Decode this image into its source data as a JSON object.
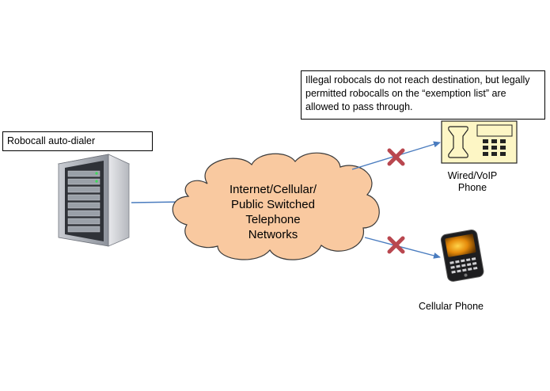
{
  "dialer": {
    "label": "Robocall auto-dialer",
    "icon": "server-tower-icon"
  },
  "note": {
    "text": "Illegal robocals do not reach destination, but legally permitted robocalls on the “exemption list” are allowed to pass through."
  },
  "cloud": {
    "lines": [
      "Internet/Cellular/",
      "Public Switched",
      "Telephone",
      "Networks"
    ],
    "fill": "#f9c9a0",
    "stroke": "#3a3a3a"
  },
  "wired_phone": {
    "label_lines": [
      "Wired/VoIP",
      "Phone"
    ],
    "icon": "desk-phone-icon",
    "fill": "#fdf6c5"
  },
  "cell_phone": {
    "label": "Cellular Phone",
    "icon": "smartphone-icon"
  },
  "colors": {
    "arrow": "#4a7cbf",
    "block_mark": "#b9474f"
  }
}
